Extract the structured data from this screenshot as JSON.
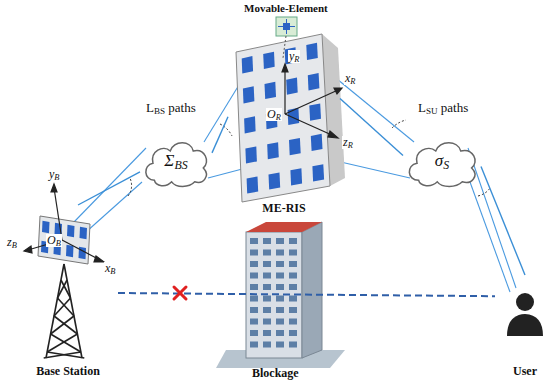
{
  "diagram": {
    "nodes": [
      {
        "text": [
          "Base Station"
        ]
      },
      {
        "text": [
          "ΣBS"
        ]
      },
      {
        "text": [
          "ME-RIS"
        ]
      },
      {
        "text": [
          "σS"
        ]
      },
      {
        "text": [
          "User"
        ]
      }
    ],
    "edges": [
      {
        "from": 0,
        "to": 1,
        "arrow": "none"
      },
      {
        "from": 1,
        "to": 2,
        "arrow": "none"
      },
      {
        "from": 2,
        "to": 3,
        "arrow": "none"
      },
      {
        "from": 3,
        "to": 4,
        "arrow": "none"
      },
      {
        "from": 0,
        "to": 4,
        "arrow": "none"
      }
    ],
    "labels": [
      "Movable-Element",
      "LBS paths",
      "LSU paths",
      "Blockage",
      "yB",
      "zB",
      "xB",
      "OB",
      "yR",
      "xR",
      "zR",
      "OR"
    ]
  }
}
